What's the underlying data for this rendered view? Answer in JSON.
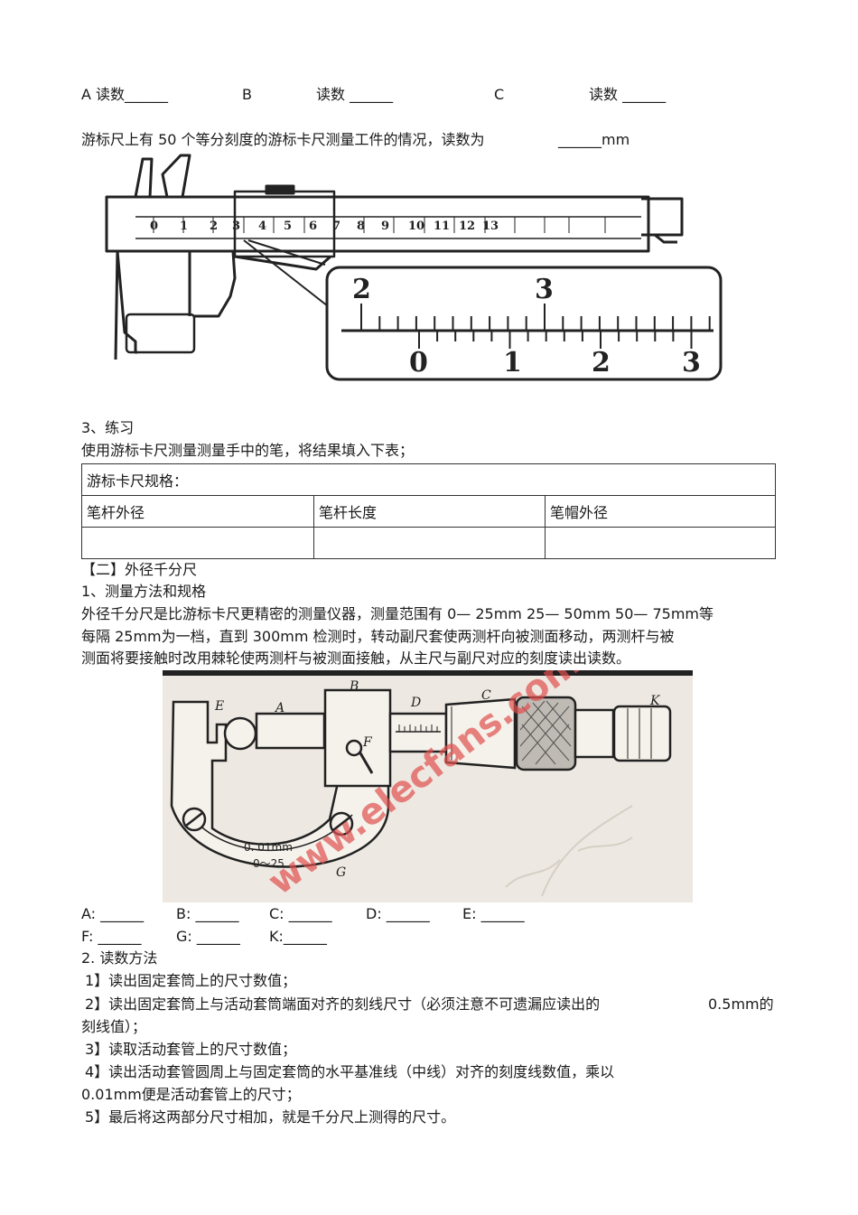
{
  "q1": {
    "a": "A 读数______",
    "b_letter": "B",
    "b_read": "读数 ______",
    "c_letter": "C",
    "c_read": "读数 ______"
  },
  "q2": {
    "text": "游标尺上有   50 个等分刻度的游标卡尺测量工件的情况，读数为",
    "blank": "______mm"
  },
  "caliper": {
    "main_labels": [
      "0",
      "1",
      "2",
      "3",
      "4",
      "5",
      "6",
      "7",
      "8",
      "9",
      "10",
      "11",
      "12",
      "13"
    ],
    "zoom_main": [
      "2",
      "3"
    ],
    "zoom_vernier": [
      "0",
      "1",
      "2",
      "3"
    ]
  },
  "s3": {
    "title": "3、练习",
    "intro": "使用游标卡尺测量测量手中的笔，将结果填入下表；",
    "spec": "游标卡尺规格：",
    "headers": [
      "笔杆外径",
      "笔杆长度",
      "笔帽外径"
    ]
  },
  "s_micro": {
    "heading": "【二】外径千分尺",
    "sub1": "1、测量方法和规格",
    "p1": "外径千分尺是比游标卡尺更精密的测量仪器，测量范围有       0— 25mm  25— 50mm  50— 75mm等",
    "p2": "每隔  25mm为一档，直到    300mm 检测时，转动副尺套使两测杆向被测面移动，两测杆与被",
    "p3": "测面将要接触时改用棘轮使两测杆与被测面接触，从主尺与副尺对应的刻度读出读数。"
  },
  "micro_fig": {
    "labels": [
      "E",
      "A",
      "B",
      "D",
      "C",
      "K",
      "F",
      "G"
    ],
    "frame_text1": "0. 01mm",
    "frame_text2": "0～25",
    "watermark": "www.elecfans.com"
  },
  "parts": {
    "row1": [
      "A: ______",
      "B: ______",
      "C: ______",
      "D: ______",
      "E: ______"
    ],
    "row2": [
      "F: ______",
      "G: ______",
      "K:______"
    ]
  },
  "reading": {
    "title": "2. 读数方法",
    "s1": "1】读出固定套筒上的尺寸数值；",
    "s2a": "2】读出固定套筒上与活动套筒端面对齐的刻线尺寸（必须注意不可遗漏应读出的",
    "s2b": "0.5mm的",
    "s2c": "刻线值）；",
    "s3": "3】读取活动套管上的尺寸数值；",
    "s4a": "4】读出活动套管圆周上与固定套筒的水平基准线（中线）对齐的刻度线数值，乘以",
    "s4b": "0.01mm便是活动套管上的尺寸；",
    "s5": "5】最后将这两部分尺寸相加，就是千分尺上测得的尺寸。"
  }
}
